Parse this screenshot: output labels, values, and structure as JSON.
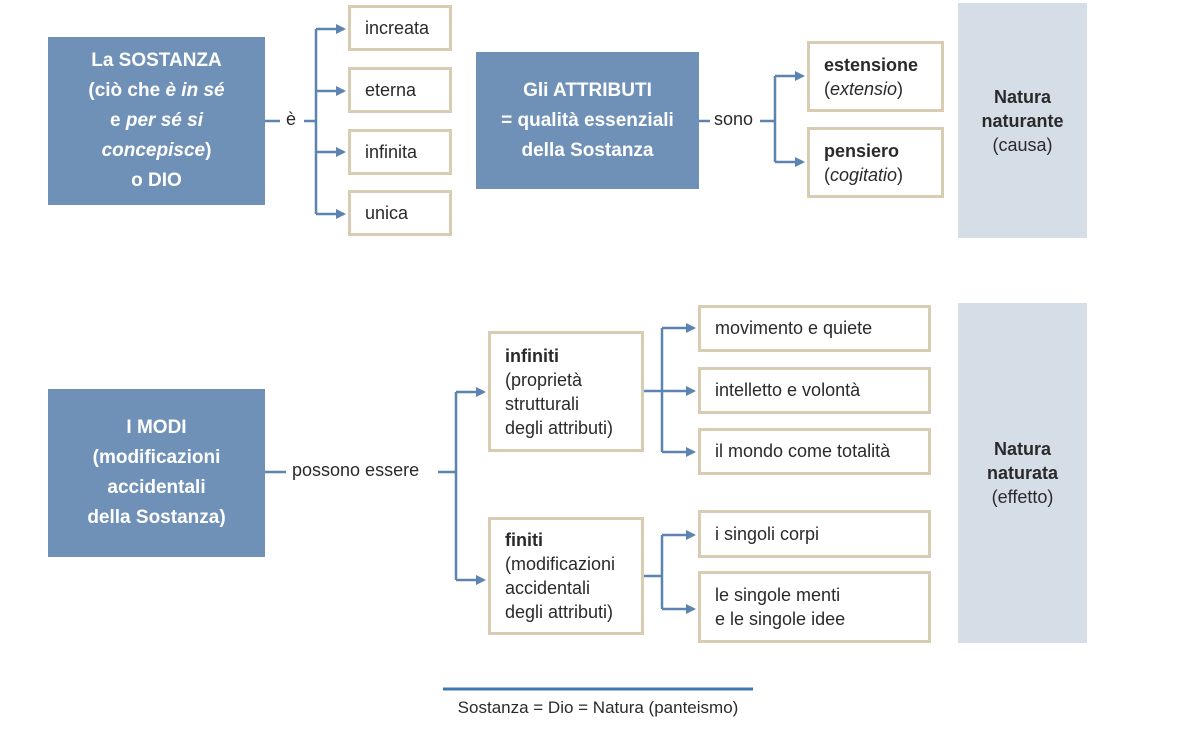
{
  "sostanza": {
    "l1": "La SOSTANZA",
    "l2_a": "(ciò che ",
    "l2_b": "è in sé",
    "l3_a": "e ",
    "l3_b": "per sé si",
    "l4_a": "concepisce",
    "l4_b": ")",
    "l5": "o DIO",
    "connector": "è",
    "properties": [
      "increata",
      "eterna",
      "infinita",
      "unica"
    ]
  },
  "attributi": {
    "l1": "Gli ATTRIBUTI",
    "l2": "= qualità essenziali",
    "l3": "della Sostanza",
    "connector": "sono",
    "items": [
      {
        "title": "estensione",
        "latin_open": "(",
        "latin": "extensio",
        "latin_close": ")"
      },
      {
        "title": "pensiero",
        "latin_open": "(",
        "latin": "cogitatio",
        "latin_close": ")"
      }
    ]
  },
  "natura_naturante": {
    "l1": "Natura",
    "l2": "naturante",
    "l3": "(causa)"
  },
  "modi": {
    "l1": "I MODI",
    "l2": "(modificazioni",
    "l3": "accidentali",
    "l4": "della Sostanza)",
    "connector": "possono essere",
    "infiniti": {
      "title": "infiniti",
      "l2": "(proprietà",
      "l3": "strutturali",
      "l4": "degli attributi)",
      "items": [
        "movimento e quiete",
        "intelletto e volontà",
        "il mondo come totalità"
      ]
    },
    "finiti": {
      "title": "finiti",
      "l2": "(modificazioni",
      "l3": "accidentali",
      "l4": "degli attributi)",
      "items_1": "i singoli corpi",
      "items_2a": "le singole menti",
      "items_2b": "e le singole idee"
    }
  },
  "natura_naturata": {
    "l1": "Natura",
    "l2": "naturata",
    "l3": "(effetto)"
  },
  "caption": "Sostanza = Dio = Natura (panteismo)",
  "colors": {
    "blue_box": "#6f91b8",
    "line": "#5d84b0",
    "border": "#d8cdb3",
    "grey_panel": "#d5dde6"
  }
}
